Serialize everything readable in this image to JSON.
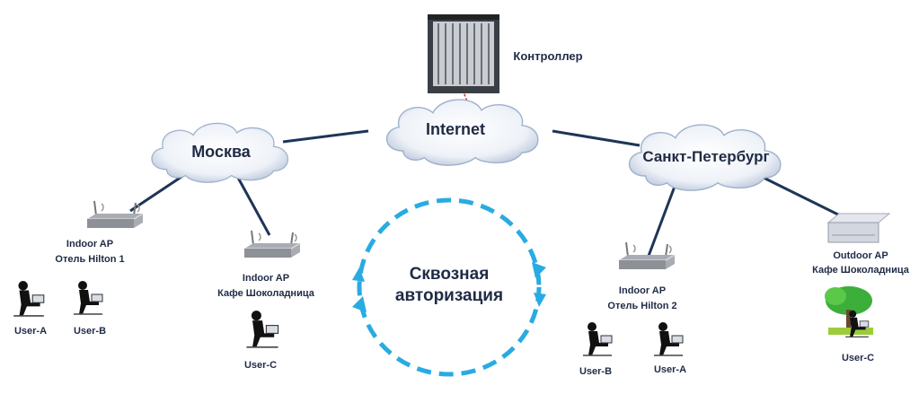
{
  "controller": {
    "label": "Контроллер"
  },
  "clouds": {
    "internet": "Internet",
    "moscow": "Москва",
    "spb": "Санкт-Петербург"
  },
  "center_text": {
    "line1": "Сквозная",
    "line2": "авторизация"
  },
  "moscow_aps": [
    {
      "type": "Indoor AP",
      "location": "Отель Hilton 1",
      "users": [
        "User-A",
        "User-B"
      ]
    },
    {
      "type": "Indoor AP",
      "location": "Кафе Шоколадница",
      "users": [
        "User-C"
      ]
    }
  ],
  "spb_aps": [
    {
      "type": "Indoor AP",
      "location": "Отель Hilton 2",
      "users": [
        "User-B",
        "User-A"
      ]
    },
    {
      "type": "Outdoor AP",
      "location": "Кафе Шоколадница",
      "users": [
        "User-C"
      ]
    }
  ],
  "colors": {
    "text": "#1f2b45",
    "link": "#1d3557",
    "cycle": "#29abe2"
  }
}
